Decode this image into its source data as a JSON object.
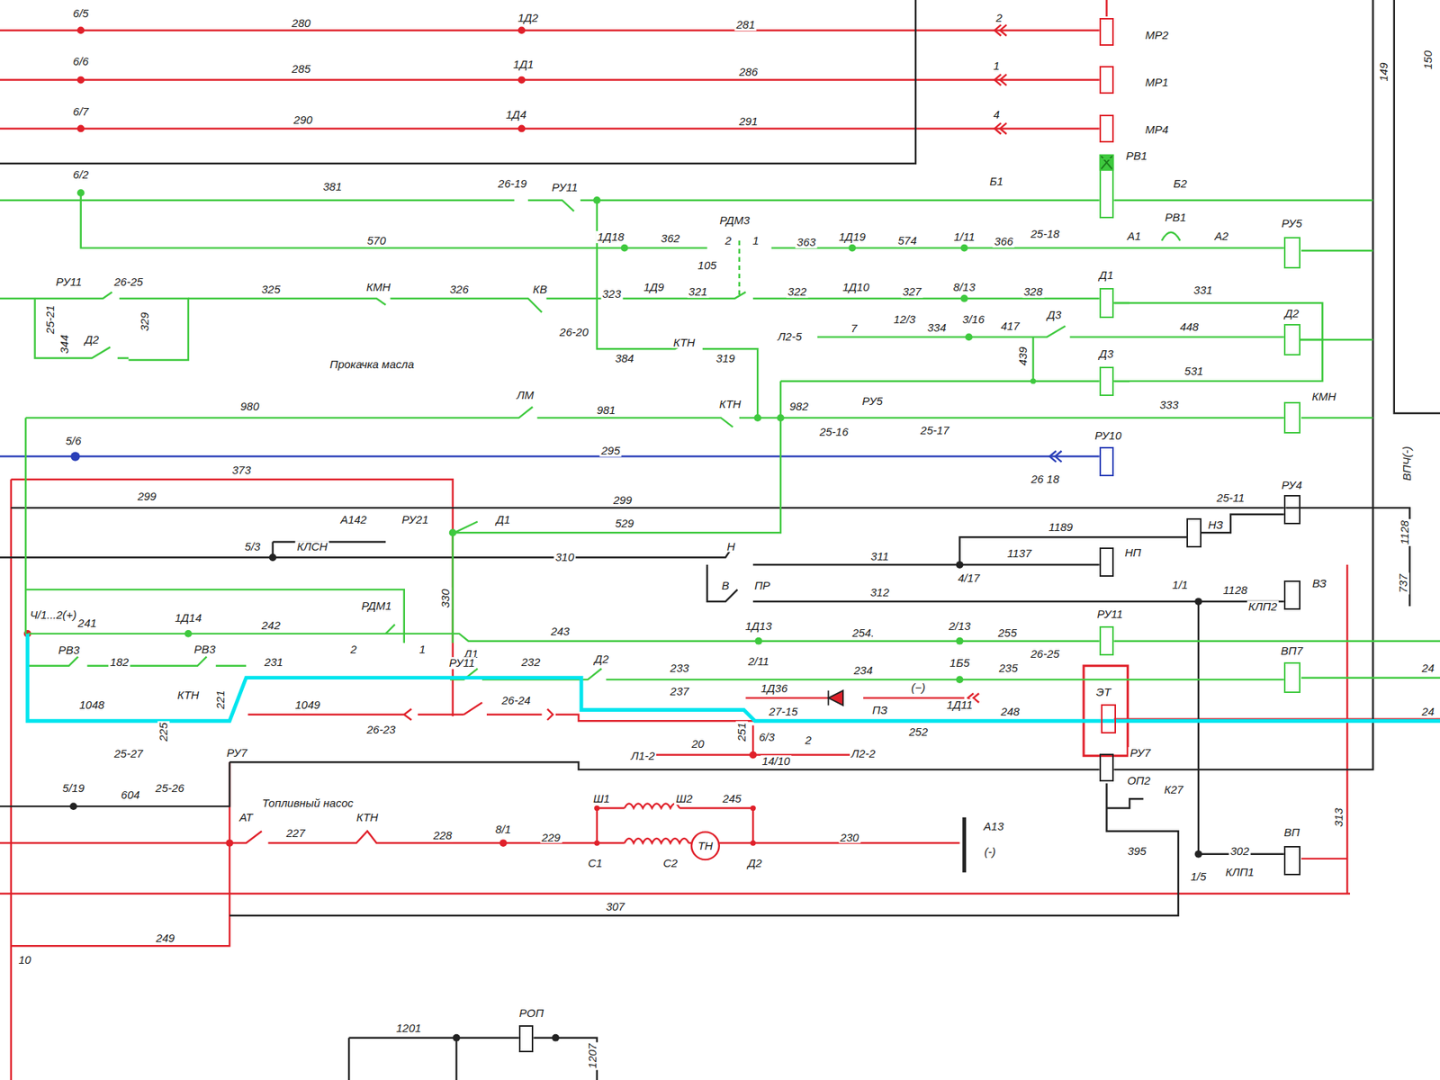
{
  "diagram": {
    "nodes": [
      {
        "text": [
          "МР2"
        ]
      },
      {
        "text": [
          "МР1"
        ]
      },
      {
        "text": [
          "МР4"
        ]
      },
      {
        "text": [
          "РВ1"
        ]
      },
      {
        "text": [
          "РУ5"
        ]
      },
      {
        "text": [
          "Д1"
        ]
      },
      {
        "text": [
          "Д2"
        ]
      },
      {
        "text": [
          "Д3"
        ]
      },
      {
        "text": [
          "КМН"
        ]
      },
      {
        "text": [
          "РУ10"
        ]
      },
      {
        "text": [
          "РУ4"
        ]
      },
      {
        "text": [
          "НЗ"
        ]
      },
      {
        "text": [
          "НП"
        ]
      },
      {
        "text": [
          "ВЗ"
        ]
      },
      {
        "text": [
          "РУ11"
        ]
      },
      {
        "text": [
          "ВП7"
        ]
      },
      {
        "text": [
          "ЭТ"
        ]
      },
      {
        "text": [
          "РУ7"
        ]
      },
      {
        "text": [
          "ВП"
        ]
      },
      {
        "text": [
          "РОП"
        ]
      }
    ],
    "edges": [
      {
        "from": 5,
        "to": 6,
        "arrow": "none",
        "label": "331"
      },
      {
        "from": 7,
        "to": 6,
        "arrow": "none",
        "label": "531"
      }
    ],
    "labels": [
      "6/5",
      "280",
      "1Д2",
      "281",
      "2",
      "6/6",
      "285",
      "1Д1",
      "286",
      "1",
      "6/7",
      "290",
      "1Д4",
      "291",
      "4",
      "149",
      "150",
      "6/2",
      "381",
      "26-19",
      "РУ11",
      "Б1",
      "Б2",
      "570",
      "1Д18",
      "362",
      "РДМ3",
      "2",
      "1",
      "105",
      "363",
      "1Д19",
      "574",
      "1/11",
      "366",
      "25-18",
      "РВ1",
      "А1",
      "А2",
      "РУ11",
      "26-25",
      "325",
      "КМН",
      "326",
      "КВ",
      "323",
      "1Д9",
      "321",
      "322",
      "1Д10",
      "327",
      "8/13",
      "328",
      "25-21",
      "344",
      "Д2",
      "329",
      "26-20",
      "Прокачка масла",
      "384",
      "КТН",
      "319",
      "Л2-5",
      "7",
      "12/3",
      "334",
      "3/16",
      "417",
      "Д3",
      "448",
      "439",
      "980",
      "ЛМ",
      "981",
      "КТН",
      "982",
      "РУ5",
      "333",
      "25-16",
      "25-17",
      "5/6",
      "295",
      "26 18",
      "ВПЧ(-)",
      "373",
      "299",
      "299",
      "1128",
      "25-11",
      "А142",
      "РУ21",
      "Д1",
      "529",
      "1189",
      "5/3",
      "КЛСН",
      "310",
      "Н",
      "311",
      "1137",
      "4/17",
      "В",
      "ПР",
      "312",
      "1/1",
      "1128",
      "КЛП2",
      "737",
      "330",
      "Ч/1...2(+)",
      "241",
      "1Д14",
      "242",
      "РДМ1",
      "2",
      "1",
      "243",
      "1Д13",
      "254.",
      "2/13",
      "255",
      "26-25",
      "24",
      "РВ3",
      "182",
      "РВ3",
      "231",
      "Д1",
      "232",
      "Д2",
      "233",
      "2/11",
      "234",
      "1Б5",
      "235",
      "1048",
      "КТН",
      "221",
      "1049",
      "26-23",
      "РУ11",
      "26-24",
      "237",
      "1Д36",
      "(−)",
      "27-15",
      "ПЗ",
      "1Д11",
      "248",
      "252",
      "24",
      "225",
      "25-27",
      "РУ7",
      "251",
      "6/3",
      "2",
      "14/10",
      "Л1-2",
      "20",
      "Л2-2",
      "5/19",
      "604",
      "25-26",
      "Топливный насос",
      "ОП2",
      "К27",
      "АТ",
      "227",
      "КТН",
      "228",
      "8/1",
      "229",
      "Ш1",
      "Ш2",
      "245",
      "ТН",
      "С1",
      "С2",
      "Д2",
      "230",
      "А13",
      "(-)",
      "395",
      "1/5",
      "302",
      "КЛП1",
      "313",
      "307",
      "249",
      "10",
      "1201",
      "1207"
    ]
  }
}
